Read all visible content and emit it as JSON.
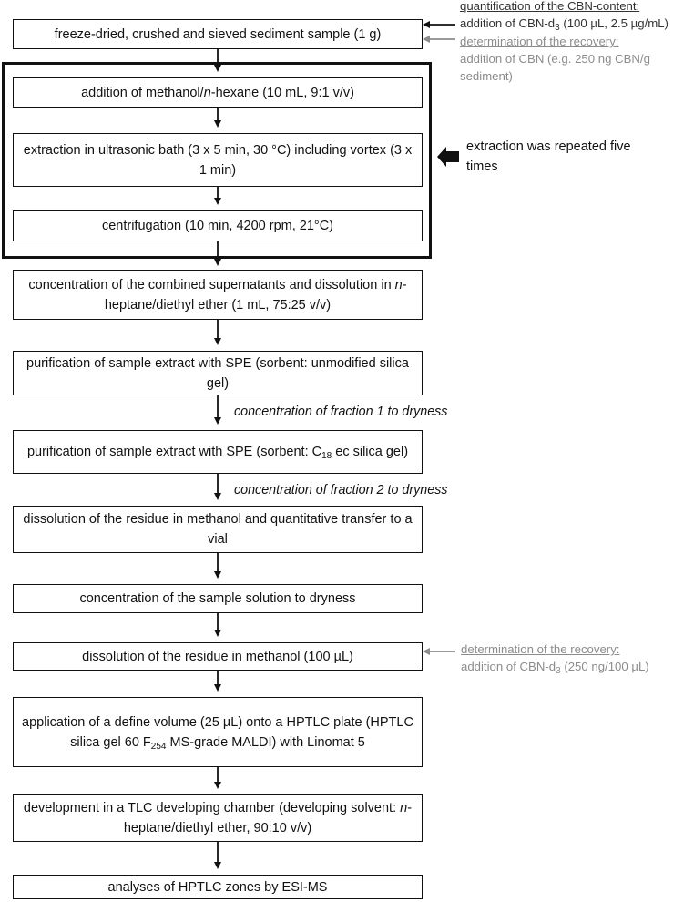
{
  "steps": [
    {
      "parts": [
        "freeze-dried, crushed and sieved sediment sample (1 g)"
      ]
    },
    {
      "parts": [
        "addition of methanol/",
        "n",
        "-hexane (10 mL, 9:1 v/v)"
      ]
    },
    {
      "parts": [
        "extraction in ultrasonic bath (3 x 5 min, 30 °C) including vortex (3 x 1 min)"
      ]
    },
    {
      "parts": [
        "centrifugation (10 min, 4200 rpm, 21°C)"
      ]
    },
    {
      "parts": [
        "concentration of the combined supernatants and dissolution in ",
        "n",
        "-heptane/diethyl ether (1 mL, 75:25 v/v)"
      ]
    },
    {
      "parts": [
        "purification of sample extract with SPE (sorbent: unmodified silica gel)"
      ]
    },
    {
      "parts": [
        "purification of sample extract with SPE (sorbent: C",
        "18",
        " ec silica gel)"
      ]
    },
    {
      "parts": [
        "dissolution of the residue in methanol and quantitative transfer to a vial"
      ]
    },
    {
      "parts": [
        "concentration of the sample solution to dryness"
      ]
    },
    {
      "parts": [
        "dissolution of the residue in methanol (100 µL)"
      ]
    },
    {
      "parts": [
        "application of a define volume (25 µL) onto a HPTLC plate (HPTLC silica gel 60 F",
        "254",
        " MS-grade MALDI) with Linomat 5"
      ]
    },
    {
      "parts": [
        "development in a TLC developing chamber (developing solvent: ",
        "n",
        "-heptane/diethyl ether, 90:10 v/v)"
      ]
    },
    {
      "parts": [
        "analyses of HPTLC zones by ESI-MS"
      ]
    }
  ],
  "annotations": {
    "quant_title": "quantification of the CBN-content:",
    "quant_text_a": "addition of CBN-d",
    "quant_text_sub": "3",
    "quant_text_b": " (100 µL, 2.5 µg/mL)",
    "recov1_title": "determination of the recovery:",
    "recov1_text": "addition of CBN (e.g. 250 ng CBN/g sediment)",
    "repeat_note": "extraction was repeated five times",
    "fraction1": "concentration of fraction 1 to dryness",
    "fraction2": "concentration of fraction 2 to dryness",
    "recov2_title": "determination of the recovery:",
    "recov2_text_a": "addition of CBN-d",
    "recov2_text_sub": "3",
    "recov2_text_b": " (250 ng/100 µL)"
  },
  "colors": {
    "line": "#111111",
    "gray_annotation": "#8c8c8c",
    "dark_annotation": "#333333"
  }
}
